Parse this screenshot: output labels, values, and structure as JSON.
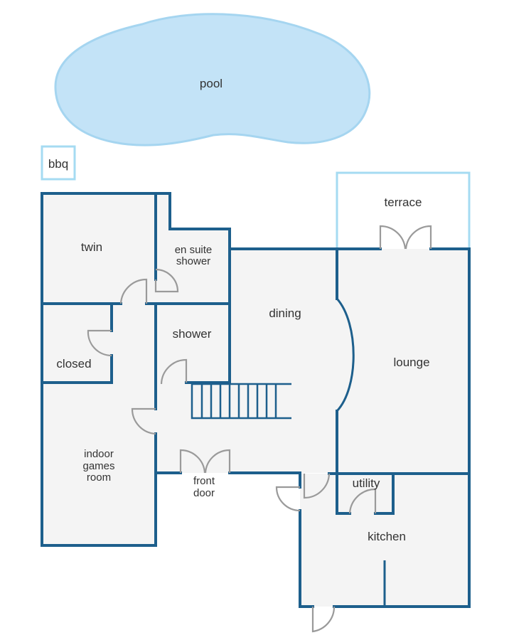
{
  "rooms": {
    "pool": "pool",
    "bbq": "bbq",
    "terrace": "terrace",
    "twin": "twin",
    "en_suite_shower_line1": "en suite",
    "en_suite_shower_line2": "shower",
    "dining": "dining",
    "shower": "shower",
    "closed": "closed",
    "lounge": "lounge",
    "indoor_games_room_line1": "indoor",
    "indoor_games_room_line2": "games",
    "indoor_games_room_line3": "room",
    "front_door_line1": "front",
    "front_door_line2": "door",
    "utility": "utility",
    "kitchen": "kitchen"
  },
  "colors": {
    "wall": "#1d5f8c",
    "floor": "#f4f4f4",
    "pool_fill": "#c3e3f7",
    "outdoor_outline": "#a5dbf2",
    "door": "#9a9a9a"
  },
  "icons": {
    "door": "door-swing-arc",
    "stairs": "staircase"
  }
}
